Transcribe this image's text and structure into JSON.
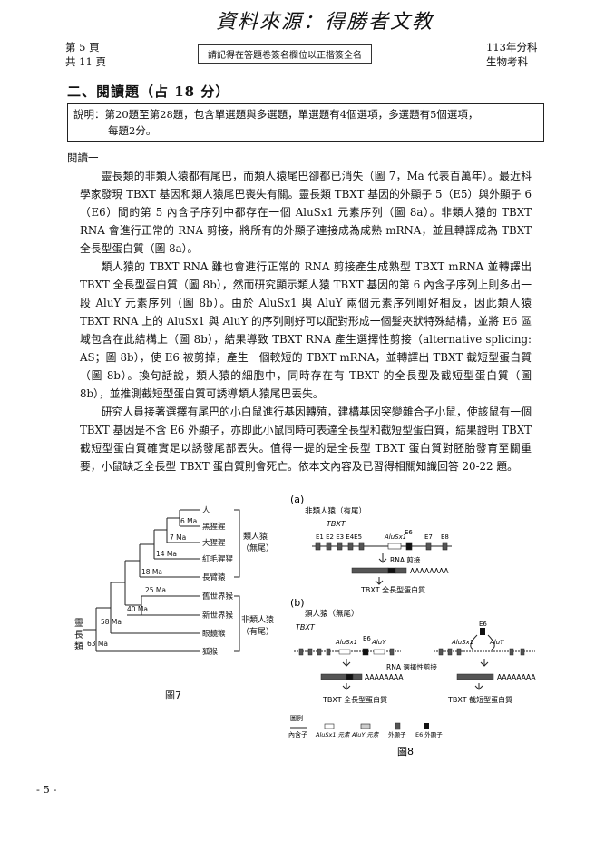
{
  "header": {
    "handwriting": "資料來源：得勝者文教",
    "page_no": "第 5 頁",
    "total_pages": "共 11 頁",
    "notice": "請記得在答題卷簽名欄位以正楷簽全名",
    "exam_year": "113年分科",
    "subject": "生物考科"
  },
  "section": {
    "title": "二、閱讀題（占 18 分）",
    "note_line1": "說明：第20題至第28題，包含單選題與多選題，單選題有4個選項，多選題有5個選項，",
    "note_line2": "每題2分。"
  },
  "reading": {
    "label": "閱讀一",
    "p1": "靈長類的非類人猿都有尾巴，而類人猿尾巴卻都已消失（圖 7，Ma 代表百萬年）。最近科學家發現 TBXT 基因和類人猿尾巴喪失有關。靈長類 TBXT 基因的外顯子 5（E5）與外顯子 6（E6）間的第 5 內含子序列中都存在一個 AluSx1 元素序列（圖 8a）。非類人猿的 TBXT RNA 會進行正常的 RNA 剪接，將所有的外顯子連接成為成熟 mRNA，並且轉譯成為 TBXT 全長型蛋白質（圖 8a）。",
    "p2": "類人猿的 TBXT RNA 雖也會進行正常的 RNA 剪接產生成熟型 TBXT mRNA 並轉譯出 TBXT 全長型蛋白質（圖 8b），然而研究顯示類人猿 TBXT 基因的第 6 內含子序列上則多出一段 AluY 元素序列（圖 8b）。由於 AluSx1 與 AluY 兩個元素序列剛好相反，因此類人猿 TBXT RNA 上的 AluSx1 與 AluY 的序列剛好可以配對形成一個髮夾狀特殊結構，並將 E6 區域包含在此結構上（圖 8b），結果導致 TBXT RNA 產生選擇性剪接（alternative splicing: AS；圖 8b），使 E6 被剪掉，產生一個較短的 TBXT mRNA，並轉譯出 TBXT 截短型蛋白質（圖 8b）。換句話說，類人猿的細胞中，同時存在有 TBXT 的全長型及截短型蛋白質（圖 8b），並推測截短型蛋白質可誘導類人猿尾巴丟失。",
    "p3": "研究人員接著選擇有尾巴的小白鼠進行基因轉殖，建構基因突變雜合子小鼠，使該鼠有一個 TBXT 基因是不含 E6 外顯子，亦即此小鼠同時可表達全長型和截短型蛋白質，結果證明 TBXT 截短型蛋白質確實足以誘發尾部丟失。值得一提的是全長型 TBXT 蛋白質對胚胎發育至關重要，小鼠缺乏全長型 TBXT 蛋白質則會死亡。依本文內容及已習得相關知識回答 20-22 題。"
  },
  "fig7": {
    "caption": "圖7",
    "taxa": [
      "人",
      "黑猩猩",
      "大猩猩",
      "紅毛猩猩",
      "長臂猿",
      "舊世界猴",
      "新世界猴",
      "眼鏡猴",
      "狐猴"
    ],
    "divergence": [
      "6 Ma",
      "7 Ma",
      "14 Ma",
      "18 Ma",
      "25 Ma",
      "40 Ma",
      "58 Ma",
      "63 Ma"
    ],
    "group_ape": "類人猿",
    "group_ape_note": "（無尾）",
    "group_nonape": "非類人猿",
    "group_nonape_note": "（有尾）",
    "root": "靈長類"
  },
  "fig8": {
    "caption": "圖8",
    "panel_a": "(a)",
    "a_title": "非類人猿（有尾）",
    "gene": "TBXT",
    "exons_left": "E1 E2 E3 E4E5",
    "alu_sx": "AluSx1",
    "e6": "E6",
    "e7": "E7",
    "e8": "E8",
    "splice_label": "RNA 剪接",
    "polyA": "AAAAAAAA",
    "full_protein": "TBXT 全長型蛋白質",
    "panel_b": "(b)",
    "b_title": "類人猿（無尾）",
    "alu_y": "AluY",
    "as_label": "RNA 選擇性剪接",
    "trunc_protein": "TBXT 截短型蛋白質",
    "legend_title": "圖例",
    "legend_intron": "內含子",
    "legend_alusx": "AluSx1 元素",
    "legend_aluy": "AluY 元素",
    "legend_exon": "外顯子",
    "legend_e6": "E6 外顯子"
  },
  "footer": {
    "page": "- 5 -"
  }
}
